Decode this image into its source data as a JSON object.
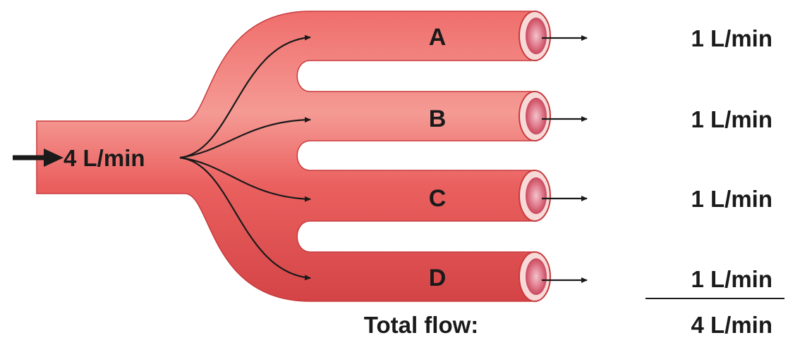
{
  "inflow": {
    "label": "4 L/min"
  },
  "branches": [
    {
      "label": "A",
      "flow": "1 L/min"
    },
    {
      "label": "B",
      "flow": "1 L/min"
    },
    {
      "label": "C",
      "flow": "1 L/min"
    },
    {
      "label": "D",
      "flow": "1 L/min"
    }
  ],
  "total": {
    "label": "Total flow:",
    "value": "4 L/min"
  },
  "colors": {
    "vessel": "#e34c4e",
    "vessel_light": "#f08a86",
    "vessel_dark": "#c8383b",
    "lumen": "#d8576a",
    "arrow": "#1a1a1a"
  }
}
